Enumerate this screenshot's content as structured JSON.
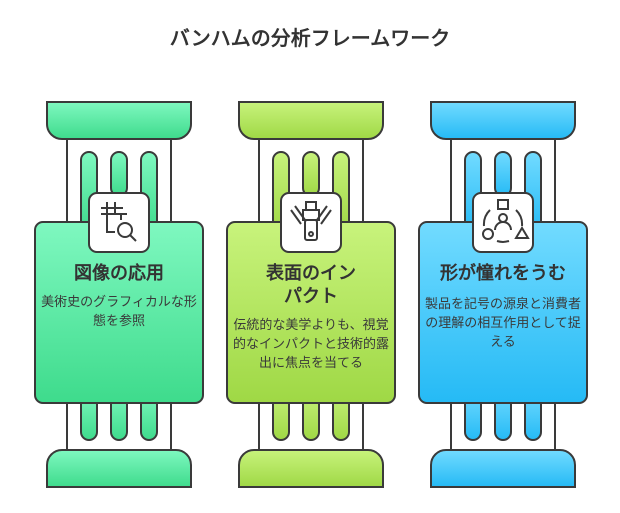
{
  "title": "バンハムの分析フレームワーク",
  "pillars": [
    {
      "heading": "図像の応用",
      "description": "美術史のグラフィカルな形態を参照",
      "icon": "pattern-search-icon",
      "color_top": "#7ff8c0",
      "color_bottom": "#3edb8c"
    },
    {
      "heading": "表面のインパクト",
      "description": "伝統的な美学よりも、視覚的なインパクトと技術的露出に焦点を当てる",
      "icon": "engine-icon",
      "color_top": "#c8f37c",
      "color_bottom": "#9fd845"
    },
    {
      "heading": "形が憧れをうむ",
      "description": "製品を記号の源泉と消費者の理解の相互作用として捉える",
      "icon": "shapes-cycle-icon",
      "color_top": "#72dbff",
      "color_bottom": "#25baf5"
    }
  ]
}
